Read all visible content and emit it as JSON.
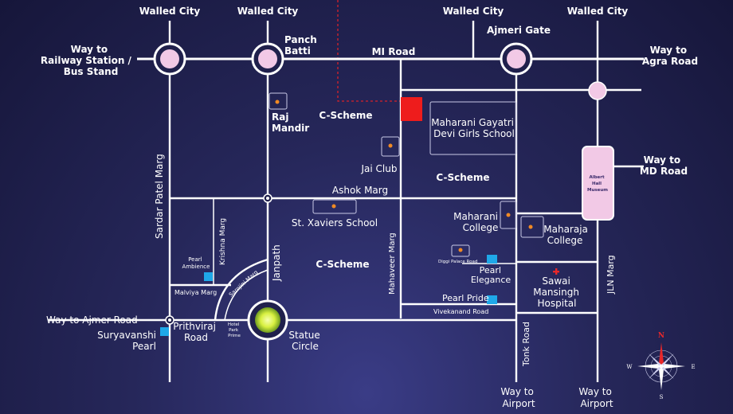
{
  "labels": {
    "walled_city_1": "Walled City",
    "walled_city_2": "Walled City",
    "walled_city_3": "Walled City",
    "walled_city_4": "Walled City",
    "way_railway": [
      "Way to",
      "Railway Station /",
      "Bus Stand"
    ],
    "panch_batti": [
      "Panch",
      "Batti"
    ],
    "mi_road": "MI Road",
    "ajmeri_gate": "Ajmeri Gate",
    "way_agra": [
      "Way to",
      "Agra Road"
    ],
    "raj_mandir": [
      "Raj",
      "Mandir"
    ],
    "c_scheme_1": "C-Scheme",
    "c_scheme_2": "C-Scheme",
    "c_scheme_3": "C-Scheme",
    "mgd_school": [
      "Maharani Gayatri",
      "Devi Girls School"
    ],
    "jai_club": "Jai Club",
    "albert_hall": [
      "Albert",
      "Hall",
      "Museum"
    ],
    "way_md": [
      "Way to",
      "MD Road"
    ],
    "sardar_patel": "Sardar Patel Marg",
    "ashok_marg": "Ashok Marg",
    "krishna_marg": "Krishna Marg",
    "st_xaviers": "St. Xaviers School",
    "maharani_college": [
      "Maharani",
      "College"
    ],
    "maharaja_college": [
      "Maharaja",
      "College"
    ],
    "pearl_ambience": [
      "Pearl",
      "Ambience"
    ],
    "janpath": "Janpath",
    "mahaveer_marg": "Mahaveer Marg",
    "diggi_palace": "Diggi Palace Road",
    "pearl_elegance": [
      "Pearl",
      "Elegance"
    ],
    "sawai": [
      "Sawai",
      "Mansingh",
      "Hospital"
    ],
    "jln_marg": "JLN Marg",
    "malviya_marg": "Malviya Marg",
    "sarojini_marg": "Sarojini Marg",
    "pearl_pride": "Pearl Pride",
    "vivekanand": "Vivekanand Road",
    "way_ajmer": "Way to Ajmer Road",
    "prithviraj": [
      "Prithviraj",
      "Road"
    ],
    "hotel_park": [
      "Hotel",
      "Park",
      "Prime"
    ],
    "statue_circle": [
      "Statue",
      "Circle"
    ],
    "tonk_road": "Tonk Road",
    "suryavanshi": [
      "Suryavanshi",
      "Pearl"
    ],
    "way_airport_1": [
      "Way to",
      "Airport"
    ],
    "way_airport_2": [
      "Way to",
      "Airport"
    ]
  },
  "compass": {
    "n": "N",
    "s": "S",
    "e": "E",
    "w": "W"
  },
  "colors": {
    "road": "#ffffff",
    "landmark_dot": "#f08a24",
    "hotel_marker": "#1fa8e8",
    "highlight_square": "#ee1c1c",
    "circle_fill": "#f2c9e6",
    "statue_glow": "#e8ff6a",
    "hospital_cross": "#e8282a",
    "compass_north": "#e8282a"
  }
}
